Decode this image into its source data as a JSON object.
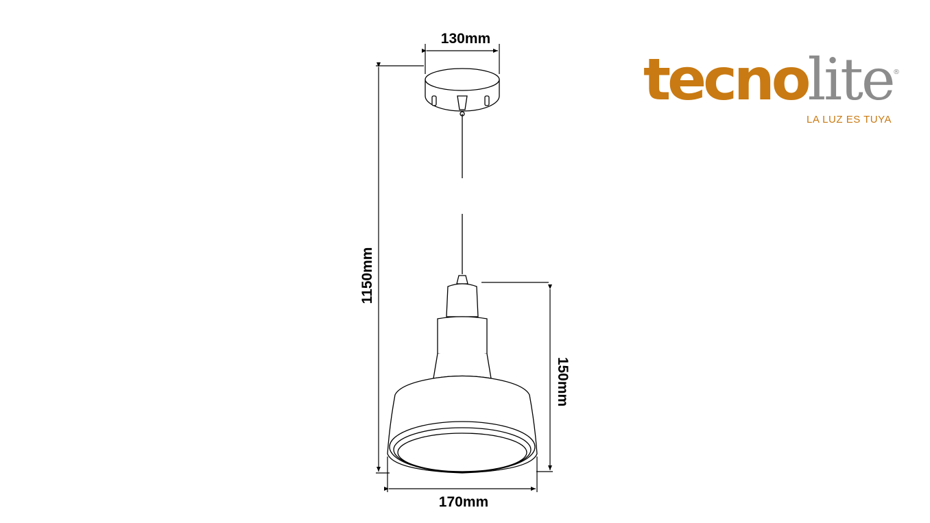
{
  "brand": {
    "name_part1": "tecno",
    "name_part2": "lite",
    "registered_mark": "®",
    "tagline": "LA LUZ ES TUYA",
    "primary_color": "#c97a12",
    "secondary_color": "#8c8c8c"
  },
  "dimensions": {
    "canopy_width": "130mm",
    "total_height": "1150mm",
    "shade_height": "150mm",
    "shade_width": "170mm"
  },
  "line_color": "#000000"
}
